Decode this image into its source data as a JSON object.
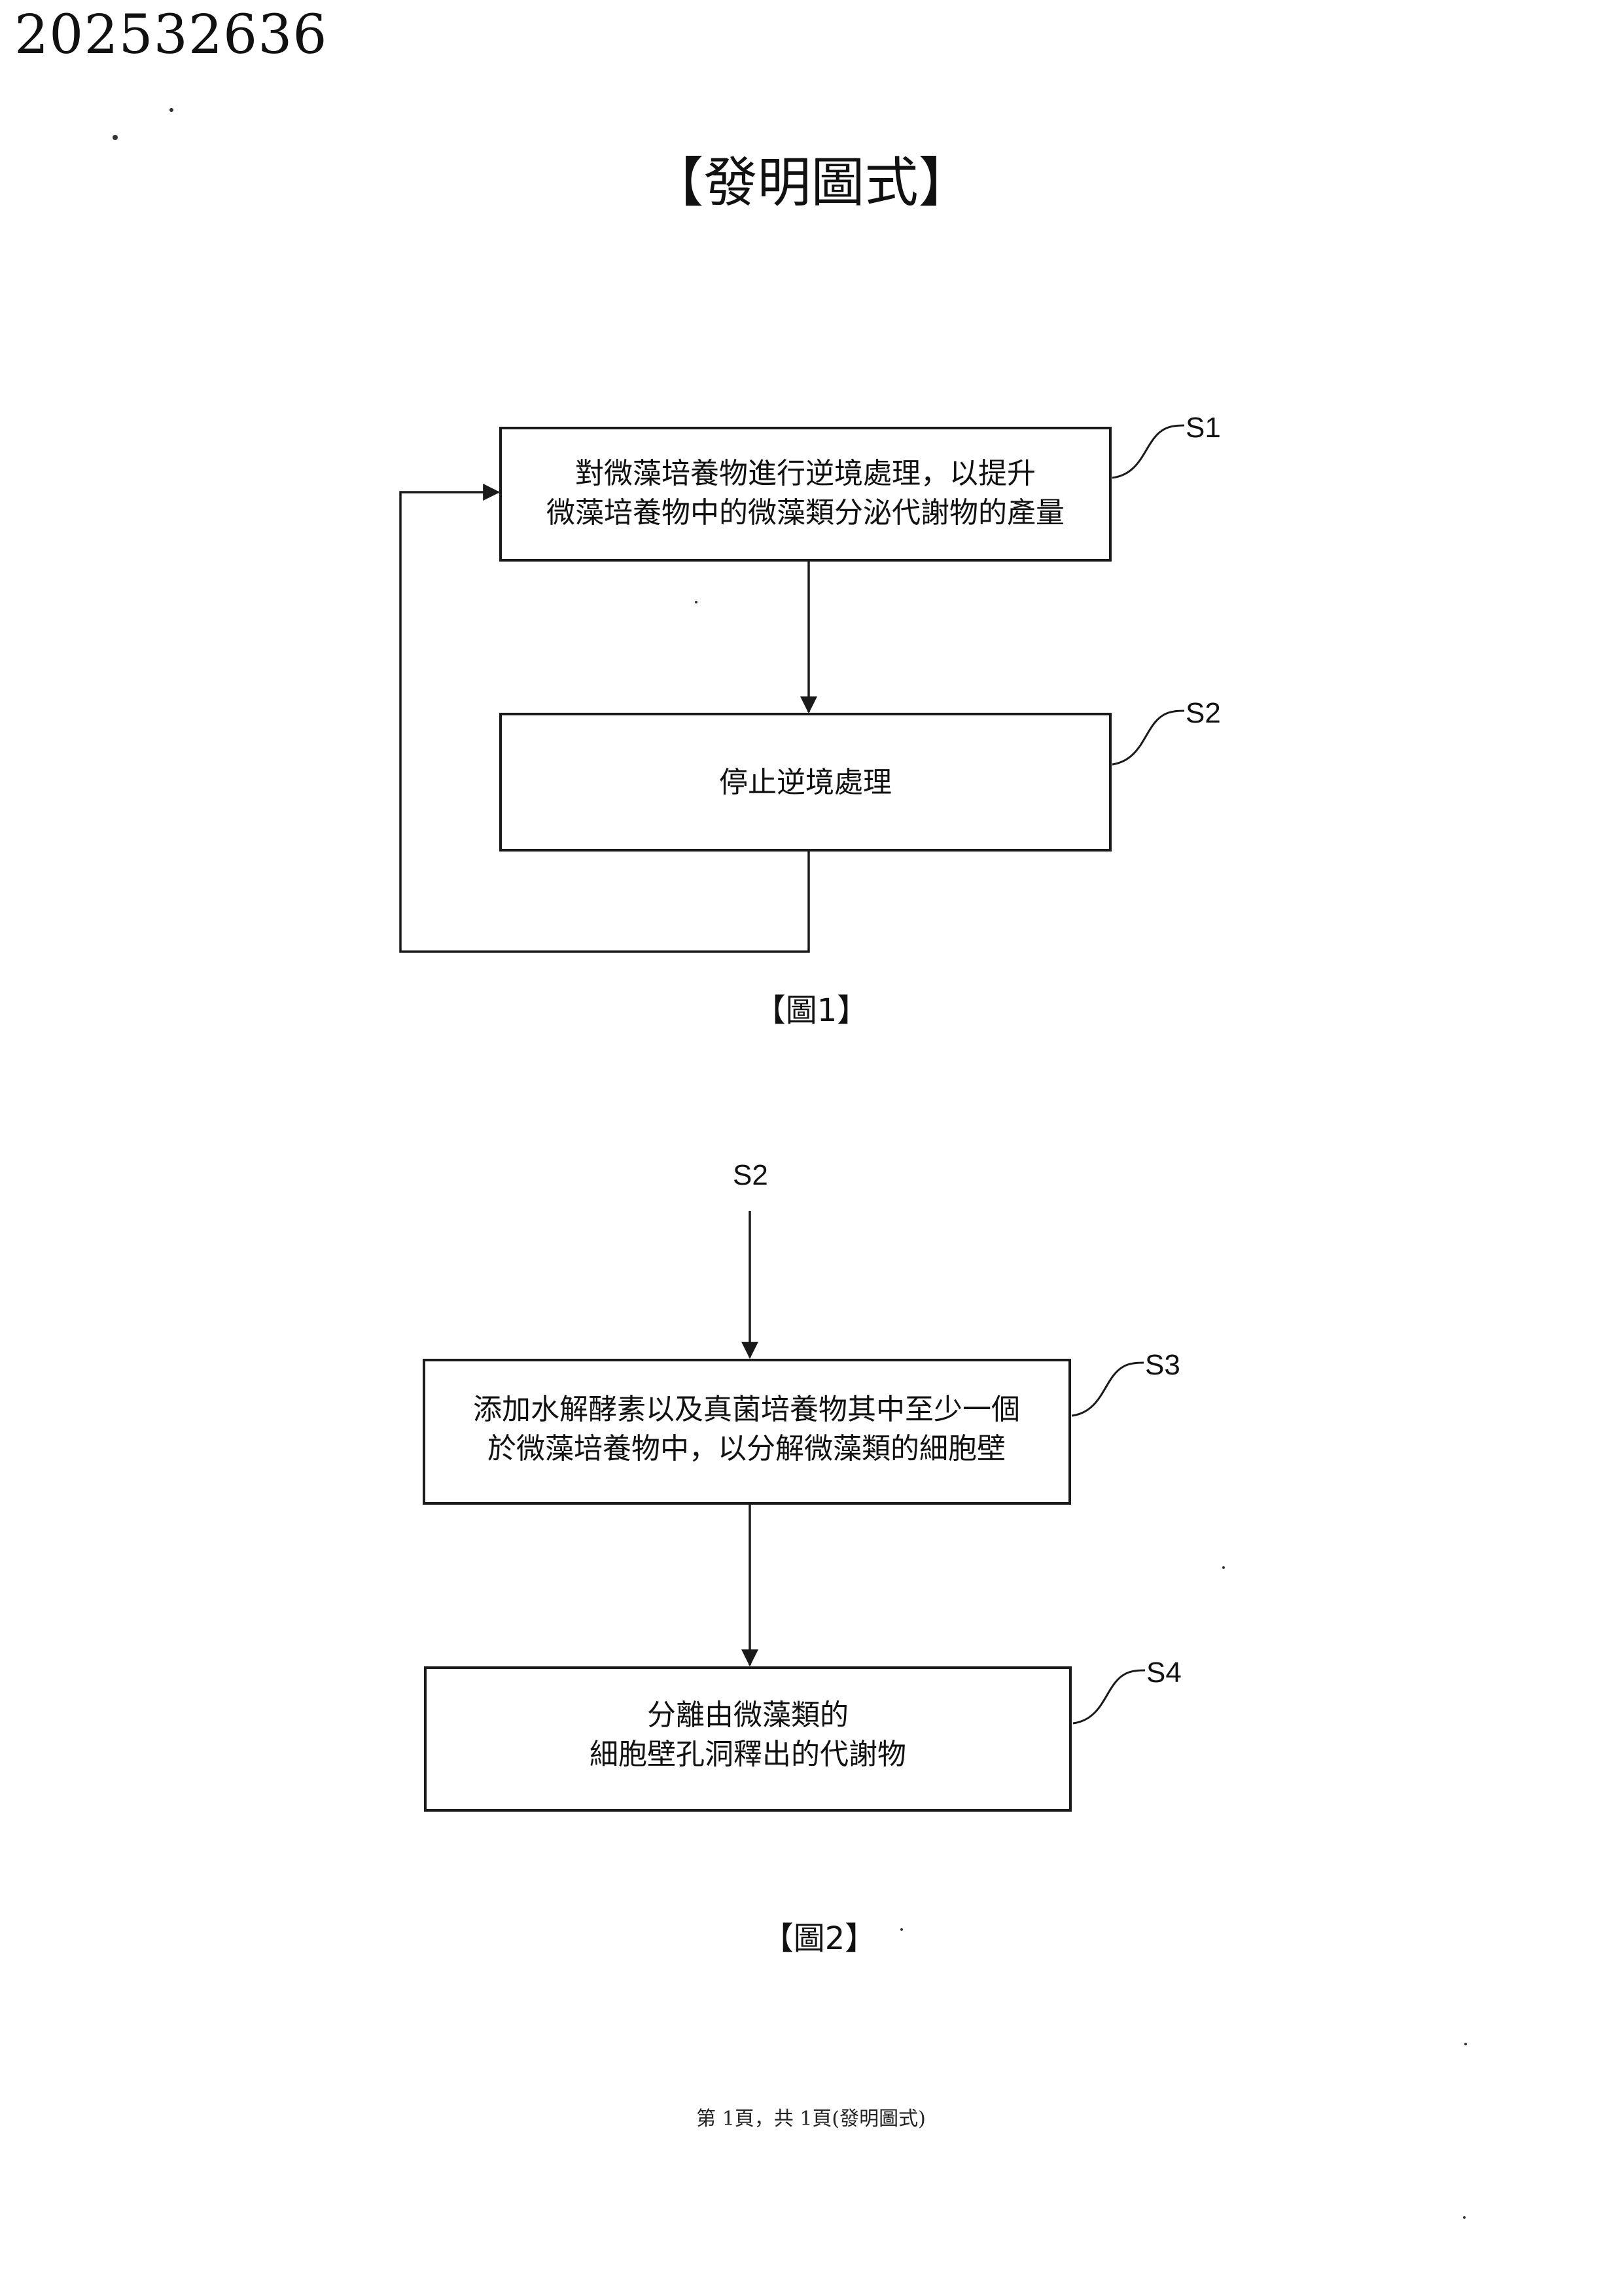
{
  "header": {
    "publication_number": "202532636",
    "title": "【發明圖式】"
  },
  "figure1": {
    "steps": [
      {
        "label": "S1",
        "lines": [
          "對微藻培養物進行逆境處理，以提升",
          "微藻培養物中的微藻類分泌代謝物的產量"
        ]
      },
      {
        "label": "S2",
        "lines": [
          "停止逆境處理"
        ]
      }
    ],
    "caption": "【圖1】"
  },
  "figure2": {
    "entry_label": "S2",
    "steps": [
      {
        "label": "S3",
        "lines": [
          "添加水解酵素以及真菌培養物其中至少一個",
          "於微藻培養物中，以分解微藻類的細胞壁"
        ]
      },
      {
        "label": "S4",
        "lines": [
          "分離由微藻類的",
          "細胞壁孔洞釋出的代謝物"
        ]
      }
    ],
    "caption": "【圖2】"
  },
  "footer": {
    "page_text": "第 1頁，共 1頁(發明圖式)"
  }
}
